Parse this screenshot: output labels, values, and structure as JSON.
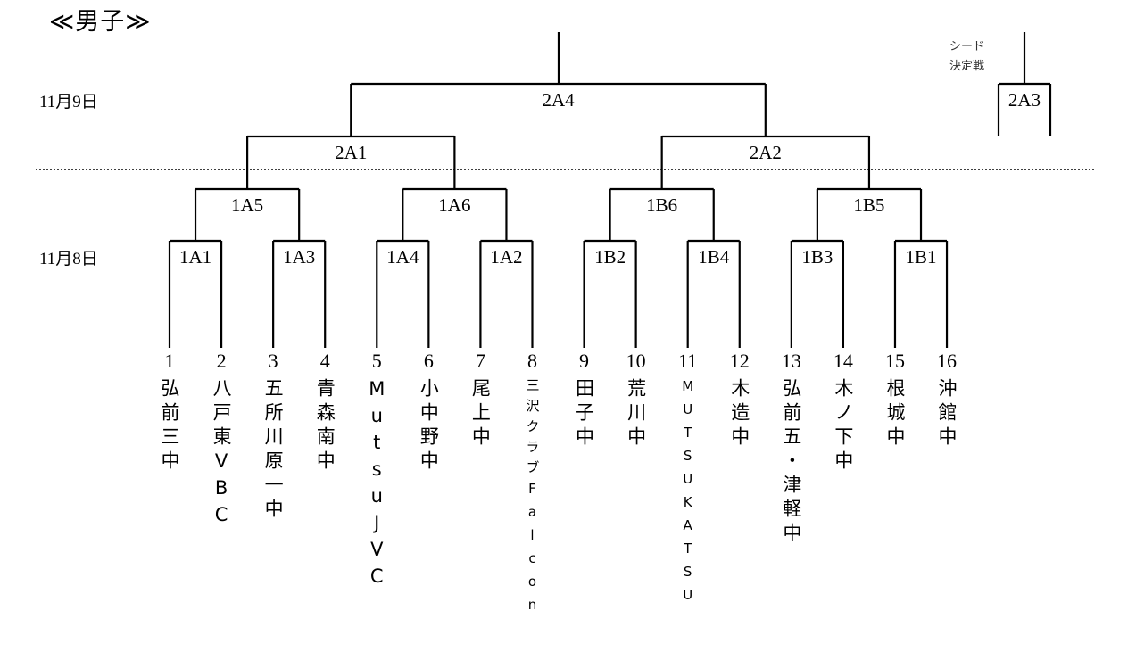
{
  "title": "≪男子≫",
  "dates": {
    "day2": "11月9日",
    "day1": "11月8日"
  },
  "seed_note": [
    "シード",
    "決定戦"
  ],
  "teams": [
    {
      "no": "1",
      "name": "弘前三中"
    },
    {
      "no": "2",
      "name": "八戸東VBC"
    },
    {
      "no": "3",
      "name": "五所川原一中"
    },
    {
      "no": "4",
      "name": "青森南中"
    },
    {
      "no": "5",
      "name": "MutsuJVC"
    },
    {
      "no": "6",
      "name": "小中野中"
    },
    {
      "no": "7",
      "name": "尾上中"
    },
    {
      "no": "8",
      "name": "三沢クラブFalcon"
    },
    {
      "no": "9",
      "name": "田子中"
    },
    {
      "no": "10",
      "name": "荒川中"
    },
    {
      "no": "11",
      "name": "MUTSUKATSU"
    },
    {
      "no": "12",
      "name": "木造中"
    },
    {
      "no": "13",
      "name": "弘前五・津軽中"
    },
    {
      "no": "14",
      "name": "木ノ下中"
    },
    {
      "no": "15",
      "name": "根城中"
    },
    {
      "no": "16",
      "name": "沖館中"
    }
  ],
  "rounds": [
    [
      "1A1",
      "1A3",
      "1A4",
      "1A2",
      "1B2",
      "1B4",
      "1B3",
      "1B1"
    ],
    [
      "1A5",
      "1A6",
      "1B6",
      "1B5"
    ],
    [
      "2A1",
      "2A2"
    ],
    [
      "2A4"
    ]
  ],
  "seed_match": "2A3"
}
